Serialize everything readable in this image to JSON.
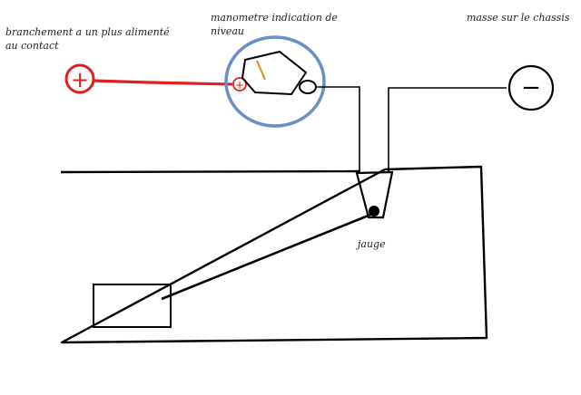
{
  "labels": {
    "supply": "branchement a un plus alimenté au contact",
    "gauge_meter": "manometre indication de niveau",
    "ground": "masse sur le chassis",
    "sender": "jauge"
  },
  "symbols": {
    "plus": "+",
    "minus": "−"
  },
  "colors": {
    "positive_wire": "#e02020",
    "gauge_ring": "#6a8fc6",
    "needle": "#e08a1a",
    "ink": "#000000"
  }
}
